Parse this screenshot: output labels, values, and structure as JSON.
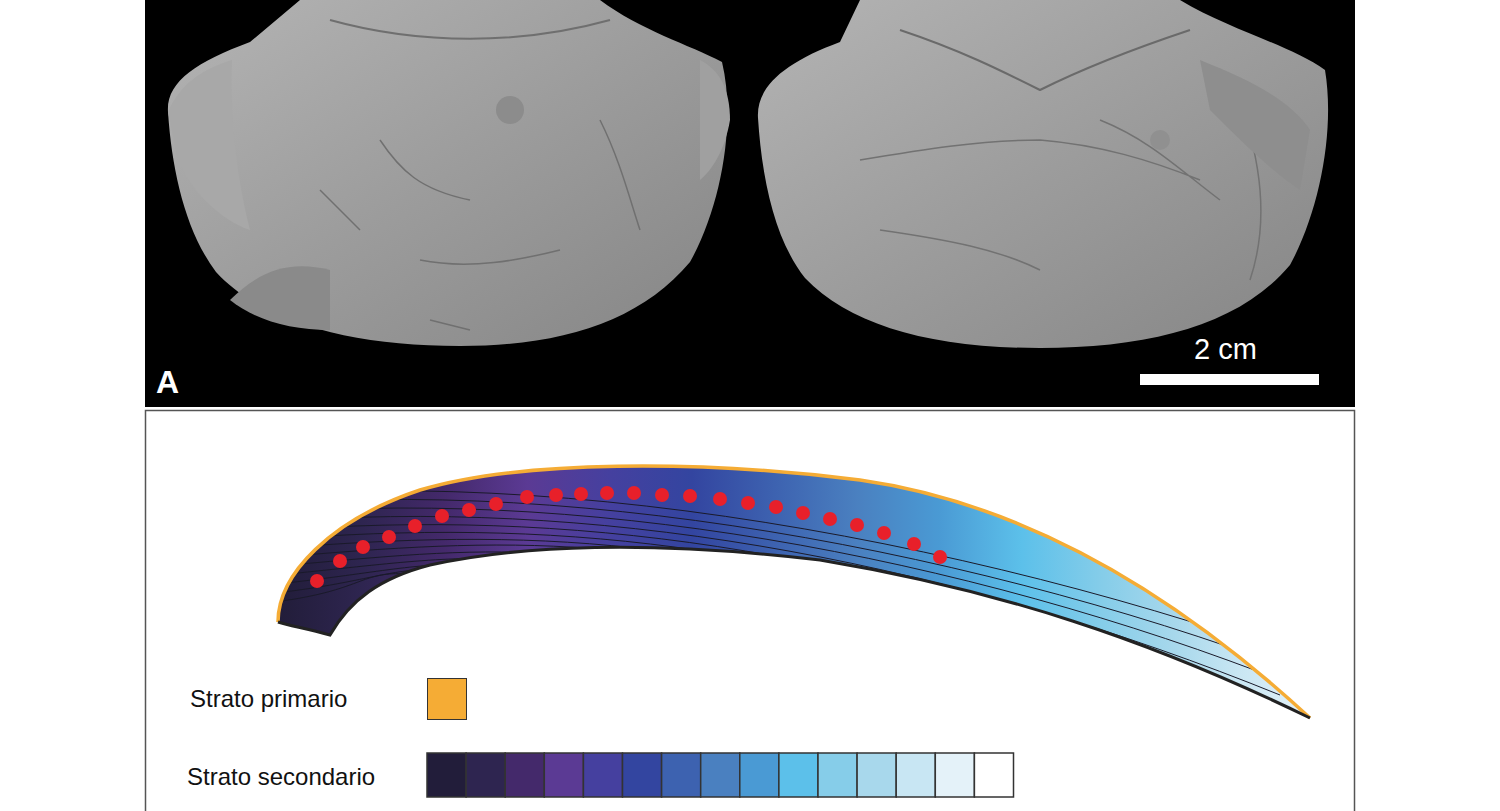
{
  "diagram": {
    "labels": [
      "A",
      "2 cm"
    ],
    "legend": [
      {
        "text": "Strato primario",
        "color": "#f5ac35"
      },
      {
        "text": "Strato secondario"
      }
    ]
  }
}
